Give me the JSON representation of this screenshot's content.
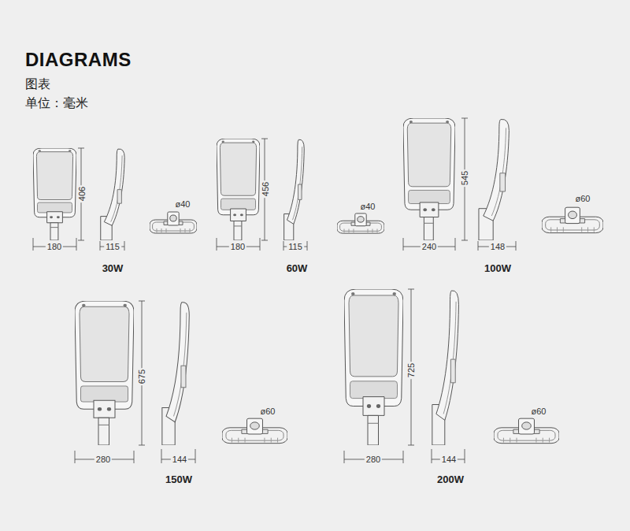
{
  "diagram": {
    "title": "DIAGRAMS",
    "labels": [
      "图表",
      "单位：毫米",
      "406",
      "180",
      "115",
      "ø40",
      "30W",
      "456",
      "180",
      "115",
      "ø40",
      "60W",
      "545",
      "240",
      "148",
      "ø60",
      "100W",
      "675",
      "280",
      "144",
      "ø60",
      "150W",
      "725",
      "280",
      "144",
      "ø60",
      "200W"
    ]
  }
}
